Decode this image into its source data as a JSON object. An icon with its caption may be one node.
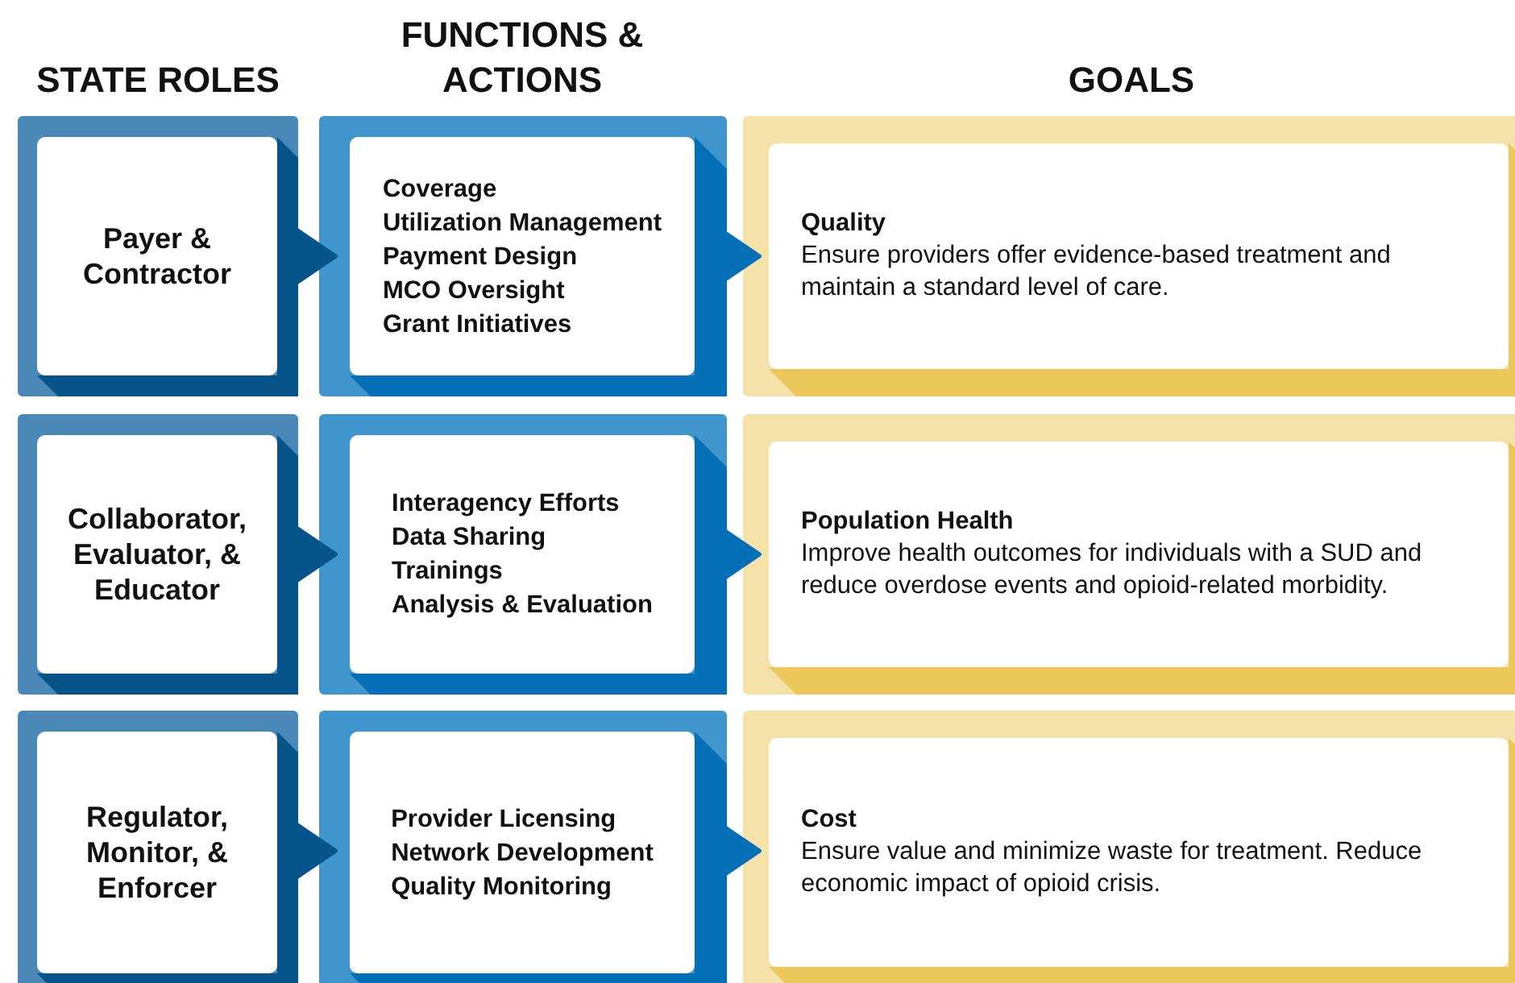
{
  "diagram": {
    "nodes": [
      {
        "text": [
          "Payer & Contractor"
        ]
      },
      {
        "text": [
          "Coverage",
          "Utilization Management",
          "Payment Design",
          "MCO Oversight",
          "Grant Initiatives"
        ]
      },
      {
        "text": [
          "Quality",
          "Ensure providers offer evidence-based treatment and maintain a standard level of care."
        ]
      },
      {
        "text": [
          "Collaborator, Evaluator, & Educator"
        ]
      },
      {
        "text": [
          "Interagency Efforts",
          "Data Sharing",
          "Trainings",
          "Analysis & Evaluation"
        ]
      },
      {
        "text": [
          "Population Health",
          "Improve health outcomes for individuals with a SUD and reduce overdose events and opioid-related morbidity."
        ]
      },
      {
        "text": [
          "Regulator, Monitor, & Enforcer"
        ]
      },
      {
        "text": [
          "Provider Licensing",
          "Network Development",
          "Quality Monitoring"
        ]
      },
      {
        "text": [
          "Cost",
          "Ensure value and minimize waste for treatment. Reduce economic impact of opioid crisis."
        ]
      }
    ],
    "edges": [
      {
        "from": 0,
        "to": 1,
        "arrow": "to",
        "color": "#07548a"
      },
      {
        "from": 1,
        "to": 2,
        "arrow": "to",
        "color": "#0570b8"
      },
      {
        "from": 3,
        "to": 4,
        "arrow": "to",
        "color": "#07548a"
      },
      {
        "from": 4,
        "to": 5,
        "arrow": "to",
        "color": "#0570b8"
      },
      {
        "from": 6,
        "to": 7,
        "arrow": "to",
        "color": "#07548a"
      },
      {
        "from": 7,
        "to": 8,
        "arrow": "to",
        "color": "#0570b8"
      }
    ],
    "labels": [
      "STATE ROLES",
      "FUNCTIONS & ACTIONS",
      "GOALS"
    ]
  }
}
